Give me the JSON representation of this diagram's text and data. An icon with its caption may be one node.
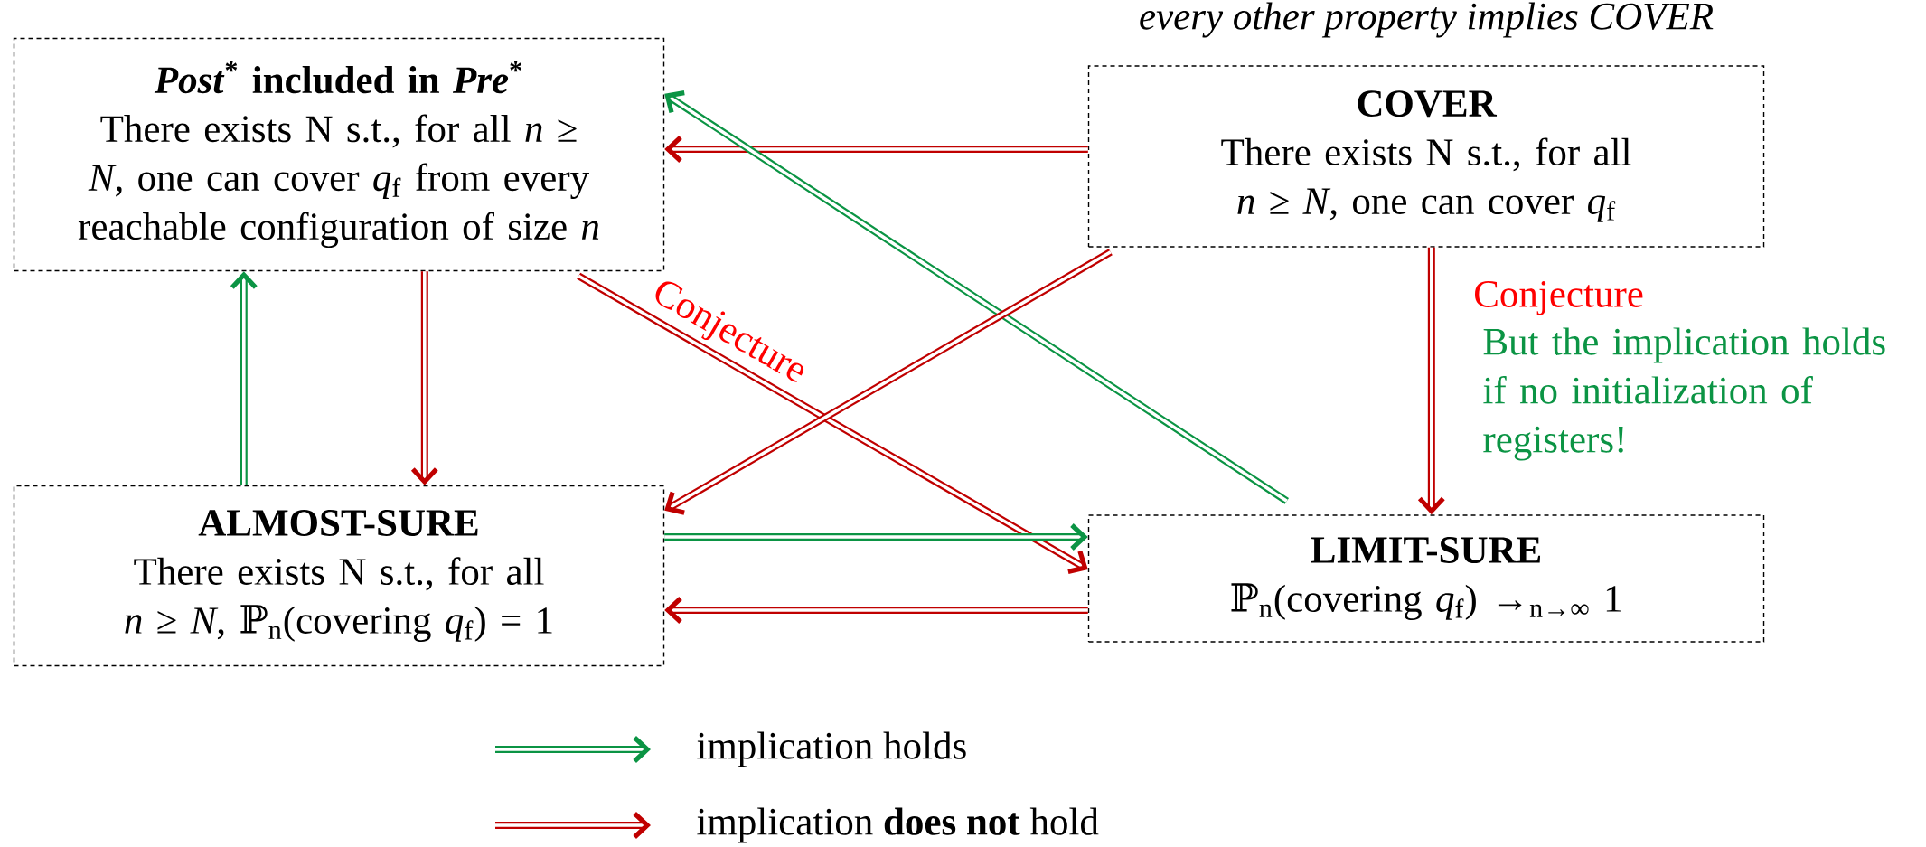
{
  "diagram": {
    "nodes": [
      {
        "text": [
          "*Post*$^{*}$ included in *Pre*$^{*}$",
          "There exists N s.t., for all *n* ≥ *N*, one can cover *q*$_{f}$ from every reachable configuration of size *n*"
        ]
      },
      {
        "text": [
          "COVER",
          "There exists N s.t., for all *n* ≥ *N*, one can cover *q*$_{f}$"
        ]
      },
      {
        "text": [
          "ALMOST-SURE",
          "There exists N s.t., for all *n* ≥ *N*, ℙ$_{n}$(covering *q*$_{f}$) = 1"
        ]
      },
      {
        "text": [
          "LIMIT-SURE",
          "ℙ$_{n}$(covering *q*$_{f}$) →$_{n→∞}$ 1"
        ]
      }
    ],
    "edges": [
      {
        "from": 1,
        "to": 0,
        "arrow": "to"
      },
      {
        "from": 3,
        "to": 0,
        "arrow": "to",
        "color": "#0b9444"
      },
      {
        "from": 0,
        "to": 2,
        "arrow": "to"
      },
      {
        "from": 2,
        "to": 0,
        "arrow": "to",
        "color": "#0b9444"
      },
      {
        "from": 0,
        "to": 3,
        "arrow": "to",
        "label": "Conjecture"
      },
      {
        "from": 1,
        "to": 2,
        "arrow": "to"
      },
      {
        "from": 1,
        "to": 3,
        "arrow": "to",
        "label": "Conjecture"
      },
      {
        "from": 2,
        "to": 3,
        "arrow": "to",
        "color": "#0b9444"
      },
      {
        "from": 3,
        "to": 2,
        "arrow": "to"
      }
    ],
    "labels": [
      "every other property implies COVER",
      "But the implication holds if no initialization of registers!"
    ],
    "legend": [
      {
        "text": "implication holds"
      },
      {
        "text": "implication **does not** hold"
      }
    ]
  }
}
